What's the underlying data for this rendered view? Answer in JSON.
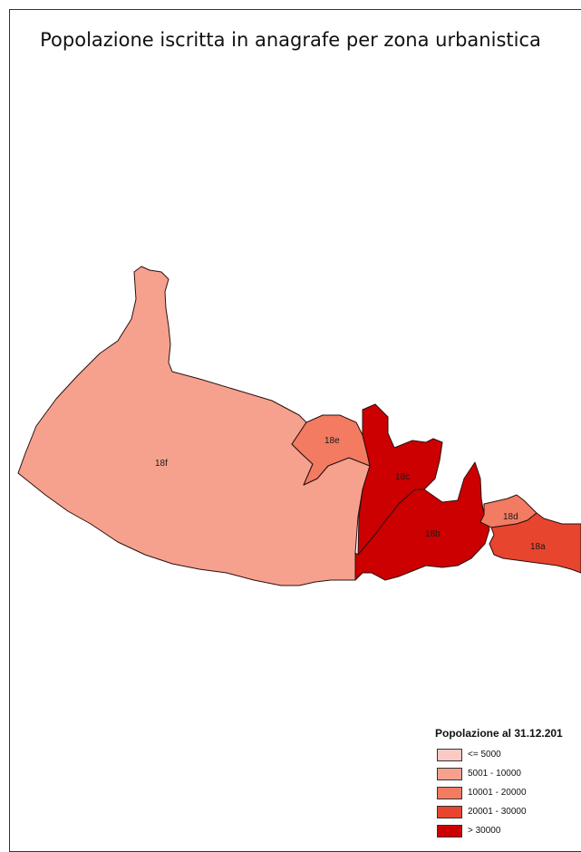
{
  "title": "Popolazione iscritta in anagrafe per zona urbanistica",
  "legend": {
    "title": "Popolazione al 31.12.201",
    "classes": [
      {
        "label": "<= 5000",
        "color": "#fbcac4"
      },
      {
        "label": "5001 - 10000",
        "color": "#f6a18e"
      },
      {
        "label": "10001 - 20000",
        "color": "#f27b62"
      },
      {
        "label": "20001 - 30000",
        "color": "#e8452f"
      },
      {
        "label": "> 30000",
        "color": "#cc0000"
      }
    ]
  },
  "zones": [
    {
      "id": "18f",
      "label": "18f",
      "class": 1
    },
    {
      "id": "18e",
      "label": "18e",
      "class": 2
    },
    {
      "id": "18c",
      "label": "18c",
      "class": 4
    },
    {
      "id": "18b",
      "label": "18b",
      "class": 4
    },
    {
      "id": "18d",
      "label": "18d",
      "class": 2
    },
    {
      "id": "18a",
      "label": "18a",
      "class": 3
    }
  ]
}
